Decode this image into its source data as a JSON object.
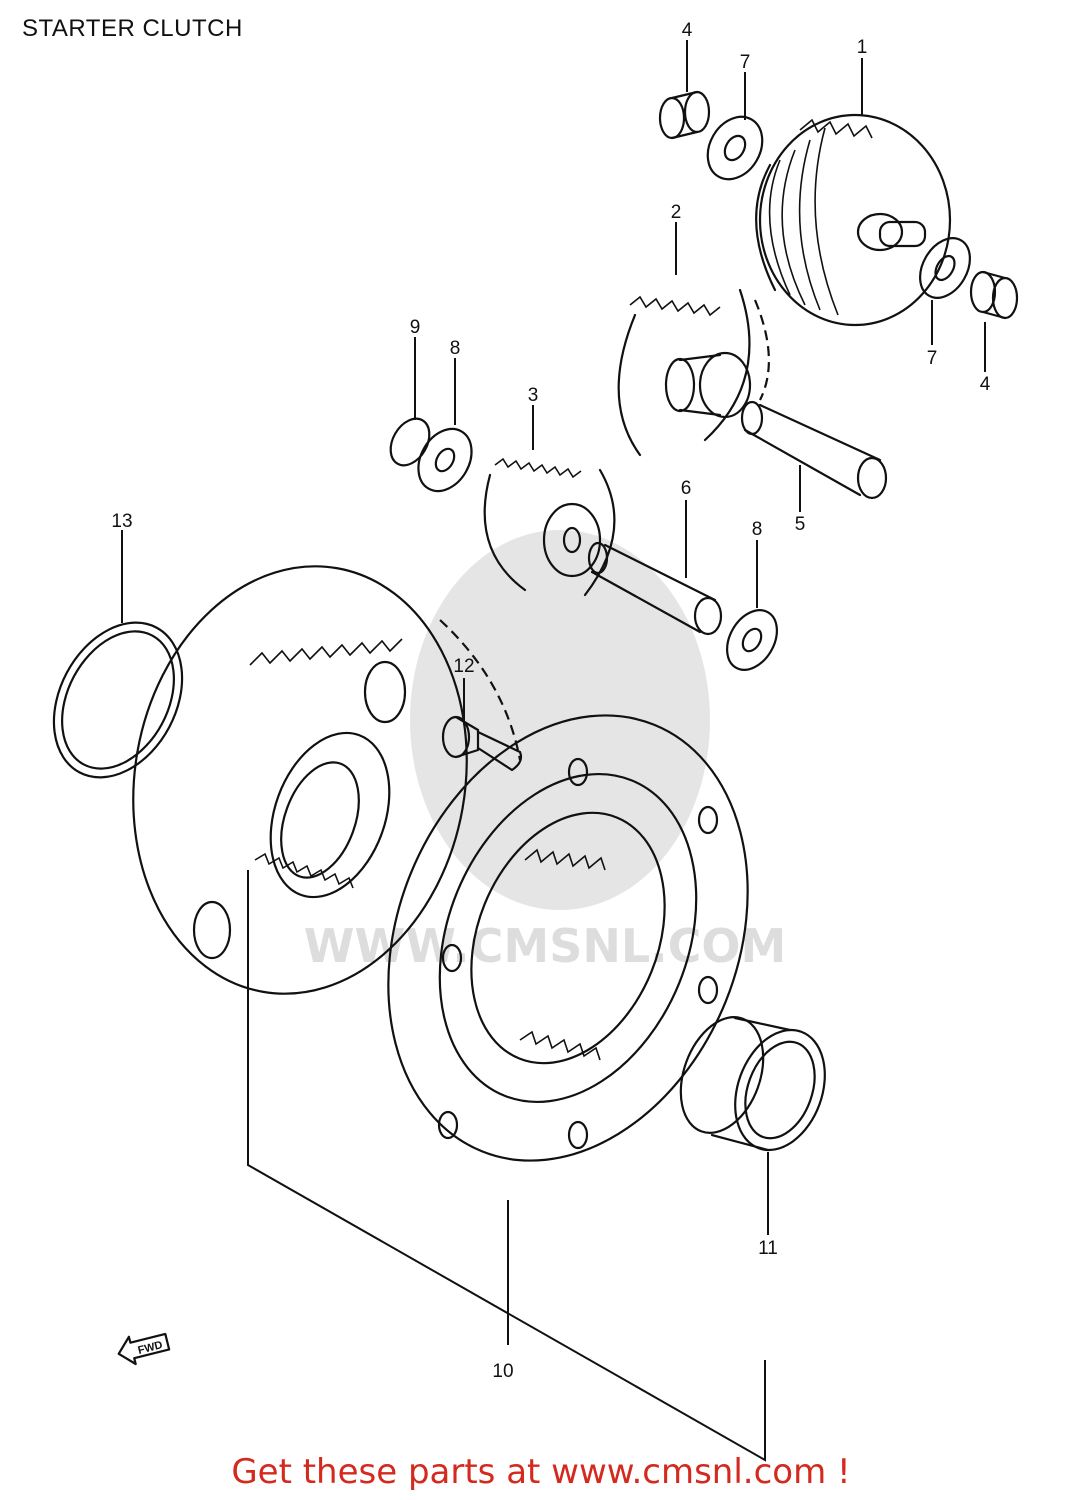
{
  "title": "STARTER CLUTCH",
  "footer": "Get these parts at www.cmsnl.com !",
  "watermark": {
    "text": "WWW.CMSNL.COM"
  },
  "fwd_label": "FWD",
  "callouts": [
    {
      "id": "label-1",
      "text": "1"
    },
    {
      "id": "label-2",
      "text": "2"
    },
    {
      "id": "label-3",
      "text": "3"
    },
    {
      "id": "label-4a",
      "text": "4"
    },
    {
      "id": "label-4b",
      "text": "4"
    },
    {
      "id": "label-5",
      "text": "5"
    },
    {
      "id": "label-6",
      "text": "6"
    },
    {
      "id": "label-7a",
      "text": "7"
    },
    {
      "id": "label-7b",
      "text": "7"
    },
    {
      "id": "label-8a",
      "text": "8"
    },
    {
      "id": "label-8b",
      "text": "8"
    },
    {
      "id": "label-9",
      "text": "9"
    },
    {
      "id": "label-10",
      "text": "10"
    },
    {
      "id": "label-11",
      "text": "11"
    },
    {
      "id": "label-12",
      "text": "12"
    },
    {
      "id": "label-13",
      "text": "13"
    }
  ],
  "colors": {
    "footer": "#d42a1e",
    "line": "#111111",
    "watermark": "#c8c8c8"
  }
}
